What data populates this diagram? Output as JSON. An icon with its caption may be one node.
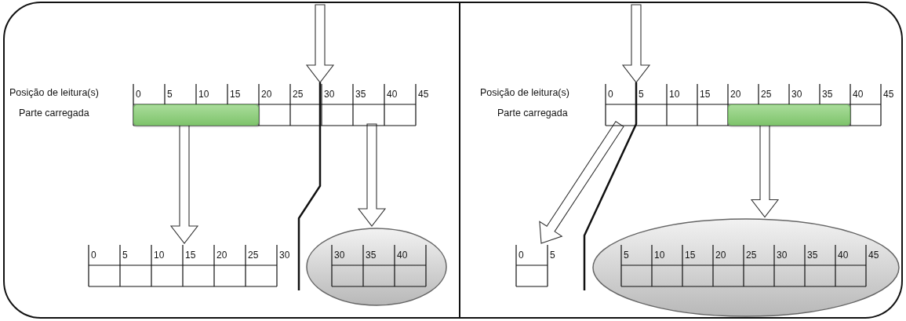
{
  "diagram": {
    "nodes": [
      {
        "text": [],
        "shape": "box"
      },
      {
        "text": [
          "0",
          "5",
          "10",
          "15",
          "20",
          "25",
          "30",
          "35",
          "40",
          "45"
        ],
        "in": 0
      },
      {
        "text": [],
        "shape": "bar",
        "in": 1
      },
      {
        "text": [
          "0",
          "5",
          "10",
          "15",
          "20",
          "25",
          "30"
        ],
        "in": 0
      },
      {
        "text": [],
        "shape": "ellipse",
        "in": 0
      },
      {
        "text": [
          "30",
          "35",
          "40"
        ],
        "in": 4
      },
      {
        "text": [],
        "shape": "box"
      },
      {
        "text": [
          "0",
          "5",
          "10",
          "15",
          "20",
          "25",
          "30",
          "35",
          "40",
          "45"
        ],
        "in": 6
      },
      {
        "text": [],
        "shape": "bar",
        "in": 7
      },
      {
        "text": [
          "0",
          "5"
        ],
        "in": 6
      },
      {
        "text": [],
        "shape": "ellipse",
        "in": 6
      },
      {
        "text": [
          "5",
          "10",
          "15",
          "20",
          "25",
          "30",
          "35",
          "40",
          "45"
        ],
        "in": 10
      }
    ],
    "edges": [
      {
        "from": null,
        "to": 1,
        "arrow": "to"
      },
      {
        "from": 2,
        "to": 3,
        "arrow": "to"
      },
      {
        "from": 1,
        "to": 4,
        "arrow": "to"
      },
      {
        "from": null,
        "to": 7,
        "arrow": "to"
      },
      {
        "from": 7,
        "to": 9,
        "arrow": "to"
      },
      {
        "from": 8,
        "to": 10,
        "arrow": "to"
      }
    ],
    "labels": [
      "Posição de leitura(s)",
      "Parte carregada",
      "Posição de leitura(s)",
      "Parte carregada"
    ]
  }
}
